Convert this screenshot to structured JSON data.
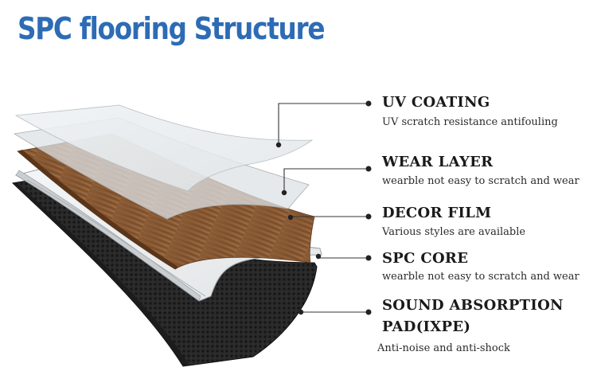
{
  "title": "SPC flooring Structure",
  "layers": [
    {
      "name": "UV COATING",
      "description": "UV scratch resistance antifouling"
    },
    {
      "name": "WEAR LAYER",
      "description": "wearble not easy to scratch and wear"
    },
    {
      "name": "DECOR FILM",
      "description": "Various styles are available"
    },
    {
      "name": "SPC CORE",
      "description": "wearble not easy to scratch and wear"
    },
    {
      "name": "SOUND ABSORPTION",
      "name_line2": "PAD(IXPE)",
      "description": "Anti-noise and anti-shock"
    }
  ],
  "colors": {
    "title": "#2d6cb5",
    "uv_coating": "#e9eef0",
    "wear_layer": "#dadfe2",
    "decor_film": "#8a5a34",
    "spc_core": "#eef0f1",
    "ixpe_pad": "#262626",
    "callout": "#333333"
  }
}
